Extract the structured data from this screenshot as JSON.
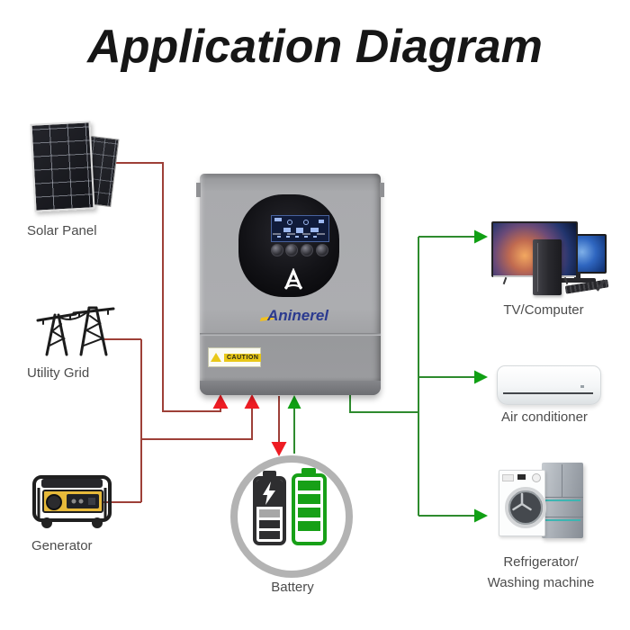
{
  "title": "Application Diagram",
  "inverter": {
    "brand": "Aninerel",
    "caution_label": "CAUTION"
  },
  "sources": [
    {
      "label": "Solar Panel"
    },
    {
      "label": "Utility Grid"
    },
    {
      "label": "Generator"
    }
  ],
  "loads": [
    {
      "label": "TV/Computer"
    },
    {
      "label": "Air conditioner"
    },
    {
      "label": "Refrigerator/",
      "label_line2": "Washing machine"
    }
  ],
  "battery": {
    "label": "Battery"
  },
  "colors": {
    "source_line": "#9e4038",
    "source_arrow": "#ee1c23",
    "load_line": "#2e8b2e",
    "load_arrow": "#10a014",
    "brand_blue": "#2b3a8f",
    "accent_yellow": "#f0c020",
    "battery_green": "#17a017"
  }
}
